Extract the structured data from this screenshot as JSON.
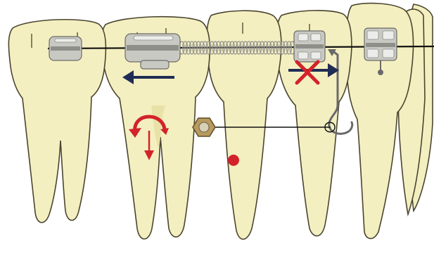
{
  "diagram": {
    "colors": {
      "background": "#ffffff",
      "tooth_fill": "#f4efc0",
      "tooth_shade": "#e9e2a6",
      "tooth_outline": "#4a4530",
      "archwire": "#111111",
      "bracket_metal": "#c9c9c4",
      "bracket_dark": "#8f8f8a",
      "spring": "#9a9a94",
      "arrow_navy": "#1f2d55",
      "marker_red": "#d2232a",
      "hex_anchor": "#b89a5e",
      "hook_wire": "#6a6a6a"
    },
    "teeth": [
      {
        "name": "second-molar"
      },
      {
        "name": "first-molar"
      },
      {
        "name": "second-premolar"
      },
      {
        "name": "first-premolar"
      },
      {
        "name": "canine"
      },
      {
        "name": "lateral-incisor"
      }
    ],
    "symbols": {
      "distal_arrow": "arrow-left",
      "blocked_movement": "x-mark",
      "mesial_arrow": "arrow-right",
      "rotation": "curved-arrow-red",
      "extrusion": "arrow-down-red",
      "center_marker": "red-dot",
      "anchor": "hex-screw",
      "spring": "coil-spring",
      "hook": "power-arm-hook"
    }
  }
}
